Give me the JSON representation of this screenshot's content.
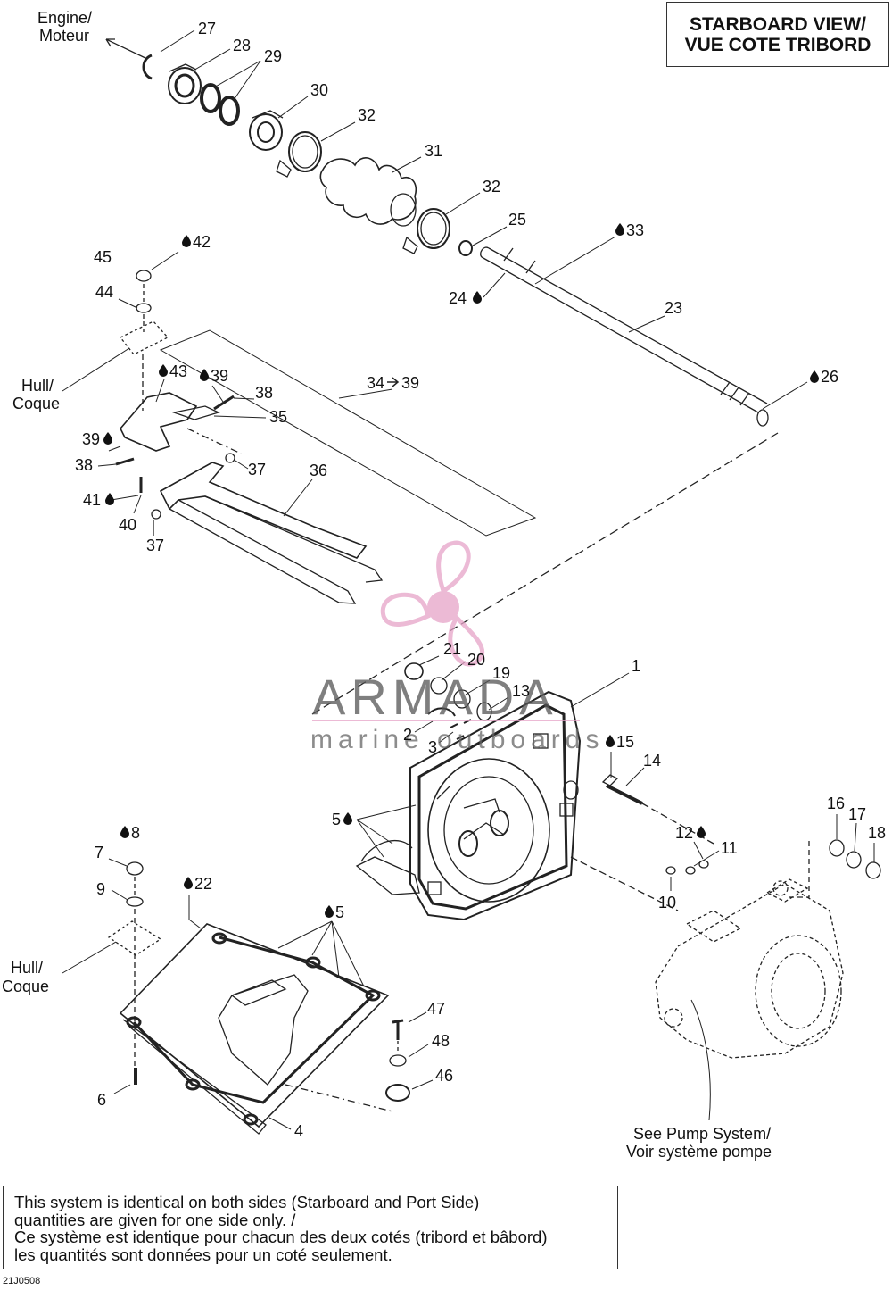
{
  "view_title": {
    "line1": "STARBOARD VIEW/",
    "line2": "VUE COTE TRIBORD"
  },
  "labels": {
    "engine": {
      "line1": "Engine/",
      "line2": "Moteur"
    },
    "hull_top": {
      "line1": "Hull/",
      "line2": "Coque"
    },
    "hull_bottom": {
      "line1": "Hull/",
      "line2": "Coque"
    },
    "pump": {
      "line1": "See Pump System/",
      "line2": "Voir système pompe"
    }
  },
  "callouts": {
    "p1": "1",
    "p2": "2",
    "p3": "3",
    "p4": "4",
    "p5a": "5",
    "p5b": "5",
    "p6": "6",
    "p7": "7",
    "p8": "8",
    "p9": "9",
    "p10": "10",
    "p11": "11",
    "p12": "12",
    "p13": "13",
    "p14": "14",
    "p15": "15",
    "p16": "16",
    "p17": "17",
    "p18": "18",
    "p19": "19",
    "p20": "20",
    "p21": "21",
    "p22": "22",
    "p23": "23",
    "p24": "24",
    "p25": "25",
    "p26": "26",
    "p27": "27",
    "p28": "28",
    "p29": "29",
    "p30": "30",
    "p31": "31",
    "p32a": "32",
    "p32b": "32",
    "p33": "33",
    "p34": "34",
    "p39c": "39",
    "p35": "35",
    "p36": "36",
    "p37a": "37",
    "p37b": "37",
    "p38a": "38",
    "p38b": "38",
    "p39a": "39",
    "p39b": "39",
    "p40": "40",
    "p41": "41",
    "p42": "42",
    "p43": "43",
    "p44": "44",
    "p45": "45",
    "p46": "46",
    "p47": "47",
    "p48": "48"
  },
  "watermark": {
    "brand": "ARMADA",
    "tagline": "marine outboards",
    "color": "#e6a3c8"
  },
  "note": {
    "line1": "This system is identical on both sides (Starboard and Port Side)",
    "line2": "quantities are given for one side only. /",
    "line3": "Ce système est identique pour chacun des deux cotés (tribord et bâbord)",
    "line4": "les quantités sont données pour un coté seulement."
  },
  "drawing_code": "21J0508"
}
